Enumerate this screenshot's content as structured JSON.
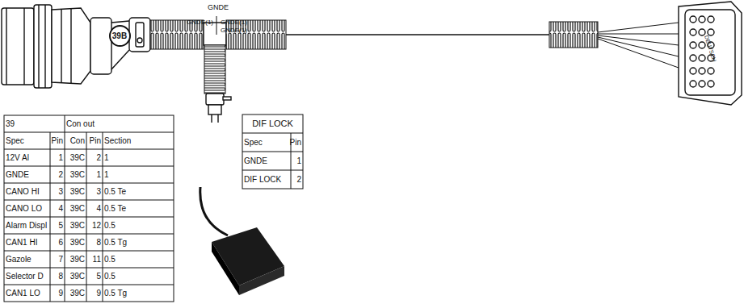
{
  "diagram": {
    "nodes": [
      {
        "text": [
          "39B"
        ]
      }
    ],
    "labels": [
      "GNDE",
      "GNDE(1)",
      "GNDE(1)",
      "GNDE(1)",
      "39",
      "Con out",
      "Spec",
      "Pin",
      "Con",
      "Pin",
      "Section",
      "12V Al",
      "1",
      "39C",
      "2",
      "1",
      "GNDE",
      "2",
      "39C",
      "1",
      "1",
      "CANO HI",
      "3",
      "39C",
      "3",
      "0.5 Te",
      "CANO LO",
      "4",
      "39C",
      "4",
      "0.5 Te",
      "Alarm Displ",
      "5",
      "39C",
      "12",
      "0.5",
      "CAN1 HI",
      "6",
      "39C",
      "8",
      "0.5 Tg",
      "Gazole",
      "7",
      "39C",
      "11",
      "0.5",
      "Selector D",
      "8",
      "39C",
      "5",
      "0.5",
      "CAN1 LO",
      "9",
      "39C",
      "9",
      "0.5 Tg",
      "DIF LOCK",
      "Spec",
      "Pin",
      "GNDE",
      "1",
      "DIF LOCK",
      "2",
      "DEUTSCH"
    ]
  }
}
